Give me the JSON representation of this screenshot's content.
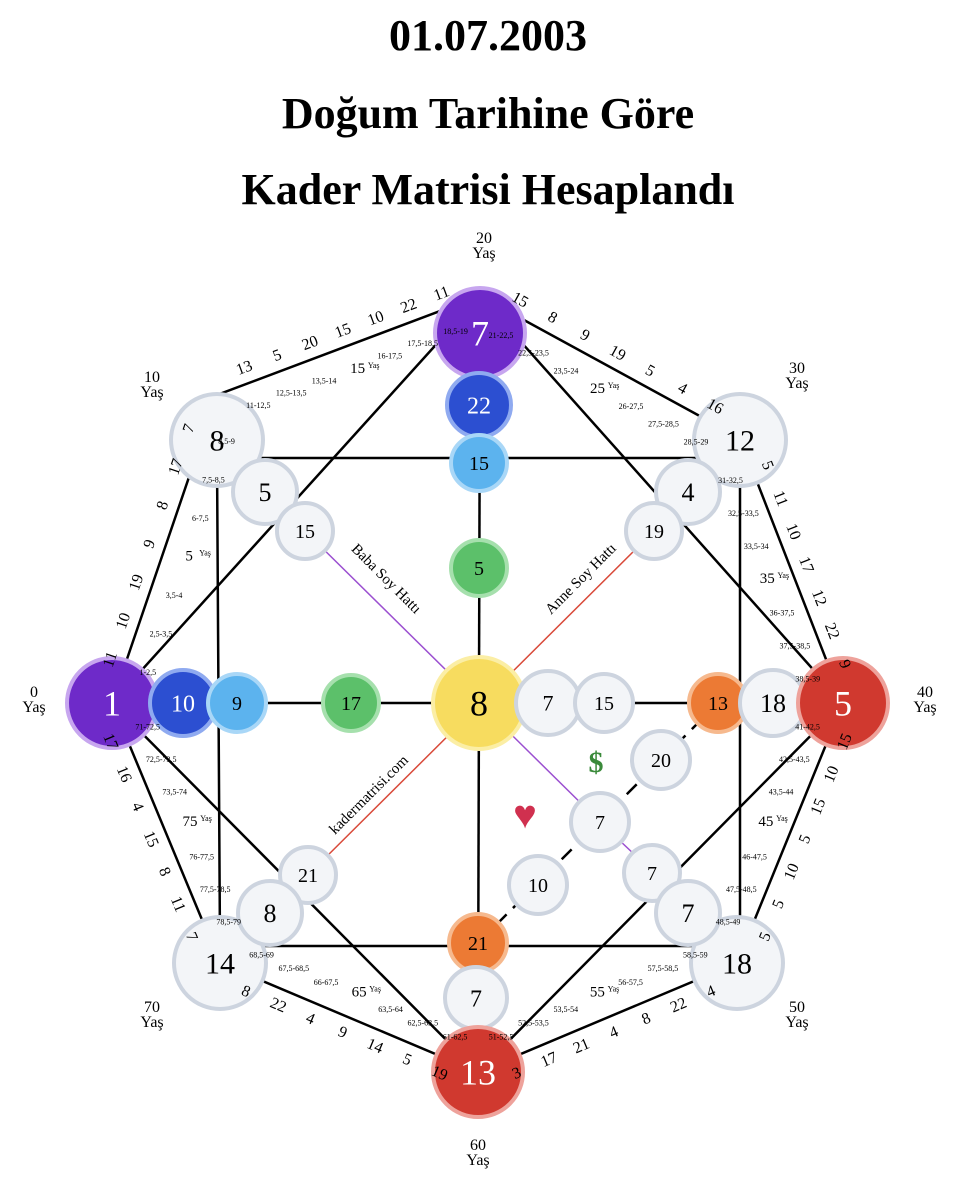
{
  "header": {
    "date": "01.07.2003",
    "line2": "Doğum Tarihine Göre",
    "line3": "Kader Matrisi Hesaplandı"
  },
  "age_unit": "Yaş",
  "corner_ages": [
    "0",
    "10",
    "20",
    "30",
    "40",
    "50",
    "60",
    "70"
  ],
  "main": {
    "left": "1",
    "top": "7",
    "right": "5",
    "bottom": "13",
    "center": "8",
    "top_left": "8",
    "top_right": "12",
    "bottom_right": "18",
    "bottom_left": "14"
  },
  "axis": {
    "left_2": "10",
    "left_3": "9",
    "left_4": "17",
    "top_2": "22",
    "top_3": "15",
    "top_4": "5",
    "right_2": "18",
    "right_3": "13",
    "right_inner_a": "7",
    "right_inner_b": "15",
    "bottom_2": "7",
    "bottom_3": "21"
  },
  "diag": {
    "tl_2": "5",
    "tl_3": "15",
    "tr_2": "4",
    "tr_3": "19",
    "br_2": "7",
    "br_3": "7",
    "bl_2": "8",
    "bl_3": "21"
  },
  "money_line": {
    "a": "20",
    "b": "7",
    "c": "10"
  },
  "line_labels": {
    "father": "Baba Soy Hattı",
    "mother": "Anne Soy Hattı",
    "site": "kadermatrisi.com"
  },
  "symbols": {
    "money": "$",
    "heart": "♥"
  },
  "colors": {
    "violet": "#6e2ac9",
    "indigo": "#2c4fd1",
    "sky": "#5cb3ee",
    "green": "#5cc06a",
    "yellow": "#f7dc5f",
    "orange": "#ec7a34",
    "red": "#d0392f",
    "neutral": "#f3f5f8",
    "ring": "#cdd4df"
  },
  "edge_numbers": {
    "e0_10": [
      "11",
      "10",
      "19",
      "9",
      "8",
      "17",
      "7"
    ],
    "e10_20": [
      "13",
      "5",
      "20",
      "15",
      "10",
      "22",
      "11"
    ],
    "e20_30": [
      "15",
      "8",
      "9",
      "19",
      "5",
      "4",
      "16"
    ],
    "e30_40": [
      "5",
      "11",
      "10",
      "17",
      "12",
      "22",
      "9"
    ],
    "e40_50": [
      "15",
      "10",
      "15",
      "5",
      "10",
      "5",
      "5"
    ],
    "e50_60": [
      "3",
      "17",
      "21",
      "4",
      "8",
      "22",
      "4"
    ],
    "e60_70": [
      "19",
      "5",
      "14",
      "9",
      "4",
      "22",
      "8"
    ],
    "e70_0": [
      "17",
      "16",
      "4",
      "15",
      "8",
      "11",
      "7"
    ]
  },
  "age_ranges": {
    "s0_10": [
      "1-2,5",
      "2,5-3,5",
      "3,5-4",
      "5",
      "6-7,5",
      "7,5-8,5",
      "8,5-9"
    ],
    "s10_20": [
      "11-12,5",
      "12,5-13,5",
      "13,5-14",
      "15",
      "16-17,5",
      "17,5-18,5",
      "18,5-19"
    ],
    "s20_30": [
      "21-22,5",
      "22,5-23,5",
      "23,5-24",
      "25",
      "26-27,5",
      "27,5-28,5",
      "28,5-29"
    ],
    "s30_40": [
      "31-32,5",
      "32,5-33,5",
      "33,5-34",
      "35",
      "36-37,5",
      "37,5-38,5",
      "38,5-39"
    ],
    "s40_50": [
      "41-42,5",
      "42,5-43,5",
      "43,5-44",
      "45",
      "46-47,5",
      "47,5-48,5",
      "48,5-49"
    ],
    "s50_60": [
      "51-52,5",
      "52,5-53,5",
      "53,5-54",
      "55",
      "56-57,5",
      "57,5-58,5",
      "58,5-59"
    ],
    "s60_70": [
      "61-62,5",
      "62,5-63,5",
      "63,5-64",
      "65",
      "66-67,5",
      "67,5-68,5",
      "68,5-69"
    ],
    "s70_0": [
      "71-72,5",
      "72,5-73,5",
      "73,5-74",
      "75",
      "76-77,5",
      "77,5-78,5",
      "78,5-79"
    ]
  }
}
